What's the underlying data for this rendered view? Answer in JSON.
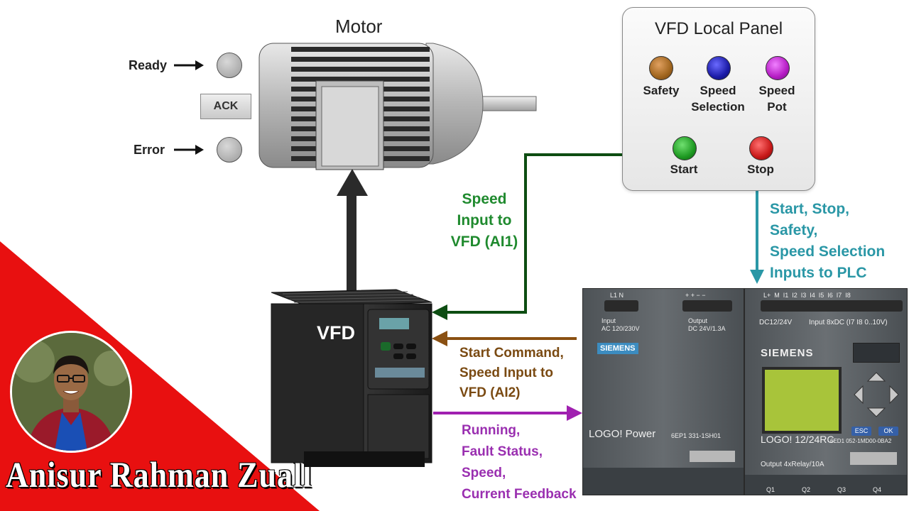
{
  "motor": {
    "title": "Motor"
  },
  "motor_status": {
    "ready_label": "Ready",
    "error_label": "Error",
    "ack_label": "ACK"
  },
  "vfd": {
    "label": "VFD"
  },
  "local_panel": {
    "title": "VFD Local Panel",
    "indicators": [
      {
        "label": "Safety",
        "color": "#a0651e"
      },
      {
        "label": "Speed\nSelection",
        "color": "#1c1ca8"
      },
      {
        "label": "Speed\nPot",
        "color": "#b51cc4"
      },
      {
        "label": "Start",
        "color": "#1e9a22"
      },
      {
        "label": "Stop",
        "color": "#c81818"
      }
    ]
  },
  "signals": {
    "speed_input_ai1": "Speed\nInput to\nVFD (AI1)",
    "plc_inputs": "Start, Stop,\nSafety,\nSpeed Selection\nInputs to PLC",
    "start_command": "Start Command,\nSpeed Input to\nVFD (AI2)",
    "feedback": "Running,\nFault Status,\nSpeed,\nCurrent Feedback"
  },
  "plc": {
    "power_brand": "SIEMENS",
    "power_model": "LOGO! Power",
    "power_part": "6EP1 331-1SH01",
    "power_input": "Input\nAC 120/230V",
    "power_output": "Output\nDC 24V/1.3A",
    "power_terminals_top": "L1   N",
    "power_terminals_out": "+  +  −  −",
    "main_terminals_top": "L+  M  I1  I2  I3  I4  I5  I6  I7  I8",
    "main_supply": "DC12/24V",
    "main_input": "Input 8xDC (I7 I8  0..10V)",
    "main_brand": "SIEMENS",
    "main_model": "LOGO! 12/24RC",
    "main_part": "6ED1 052-1MD00-0BA2",
    "main_output": "Output 4xRelay/10A",
    "key_esc": "ESC",
    "key_ok": "OK",
    "relay_labels": [
      "Q1",
      "Q2",
      "Q3",
      "Q4"
    ]
  },
  "author": {
    "name": "Anisur Rahman Zuall"
  },
  "colors": {
    "green_wire": "#0d4d12",
    "teal_wire": "#2a97a6",
    "brown_wire": "#8a5012",
    "purple_wire": "#a020b0",
    "banner_red": "#e81010"
  }
}
